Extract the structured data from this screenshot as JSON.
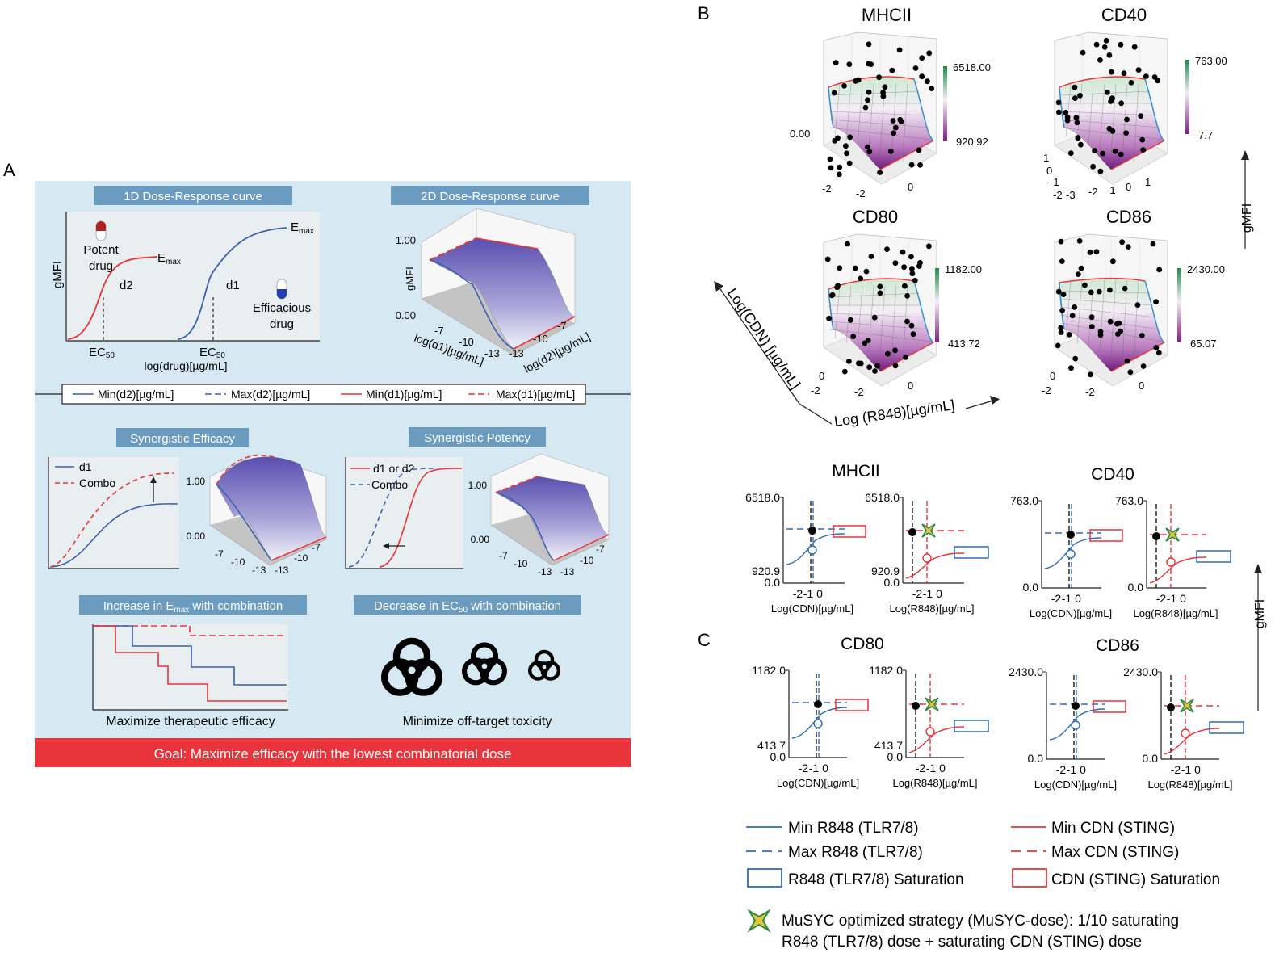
{
  "panel_labels": {
    "a": "A",
    "b": "B",
    "c": "C"
  },
  "panel_a": {
    "box1d_title": "1D Dose-Response curve",
    "box2d_title": "2D Dose-Response curve",
    "ylabel": "gMFI",
    "potent_label": [
      "Potent",
      "drug"
    ],
    "efficacious_label": [
      "Efficacious",
      "drug"
    ],
    "emax": "E",
    "emax_sub": "max",
    "d1": "d1",
    "d2": "d2",
    "ec": "EC",
    "ec_sub": "50",
    "xlabel_1d": "log(drug)[µg/mL]",
    "surf_ylabel": "gMFI",
    "surf_yticks": [
      "1.00",
      "0.00"
    ],
    "surf_xticks": [
      "-7",
      "-10",
      "-13"
    ],
    "surf_xlabel_left": "log(d1)[µg/mL]",
    "surf_xlabel_right": "log(d2)[µg/mL]",
    "legend": [
      "Min(d2)[µg/mL]",
      "Max(d2)[µg/mL]",
      "Min(d1)[µg/mL]",
      "Max(d1)[µg/mL]"
    ],
    "syn_eff_title": "Synergistic Efficacy",
    "syn_pot_title": "Synergistic Potency",
    "syn_eff_legend": [
      "d1",
      "Combo"
    ],
    "syn_pot_legend": [
      "d1 or d2",
      "Combo"
    ],
    "small_yticks": [
      "1.00",
      "0.00"
    ],
    "small_xticks": [
      "-7",
      "-10",
      "-13",
      "-13",
      "-10",
      "-7"
    ],
    "emax_box_title": "Increase in E",
    "emax_box_sub": "max",
    "emax_box_rest": " with combination",
    "ec_box_title": "Decrease in EC",
    "ec_box_sub": "50",
    "ec_box_rest": "  with combination",
    "max_eff": "Maximize therapeutic efficacy",
    "min_tox": "Minimize off-target toxicity",
    "goal": "Goal: Maximize efficacy with the lowest combinatorial dose",
    "biohazard_icon": "biohazard-icon"
  },
  "panel_b": {
    "titles": [
      "MHCII",
      "CD40",
      "CD80",
      "CD86"
    ],
    "cbar_max": [
      "6518.00",
      "763.00",
      "1182.00",
      "2430.00"
    ],
    "cbar_min": [
      "920.92",
      "7.7",
      "413.72",
      "65.07"
    ],
    "mhcii_ticks": [
      "0.00",
      "-2",
      "-2",
      "0"
    ],
    "cd40_ticks": [
      "1",
      "0",
      "-1",
      "-2",
      "-3",
      "-2",
      "-1",
      "0",
      "1"
    ],
    "cd80_ticks": [
      "0",
      "-2",
      "-2",
      "0"
    ],
    "cd86_ticks": [
      "0",
      "-2",
      "-2",
      "0"
    ],
    "axis_cdn": "Log(CDN) [µg/mL]",
    "axis_r848": "Log (R848)[µg/mL]",
    "gmfi": "gMFI"
  },
  "panel_c": {
    "titles": [
      "MHCII",
      "CD40",
      "CD80",
      "CD86"
    ],
    "plots": [
      {
        "ymax": "6518.0",
        "ymid": "920.9",
        "ymin": "0.0",
        "xlabel": "Log(CDN)[µg/mL]"
      },
      {
        "ymax": "6518.0",
        "ymid": "920.9",
        "ymin": "0.0",
        "xlabel": "Log(R848)[µg/mL]"
      },
      {
        "ymax": "763.0",
        "ymid": "",
        "ymin": "0.0",
        "xlabel": "Log(CDN)[µg/mL]"
      },
      {
        "ymax": "763.0",
        "ymid": "",
        "ymin": "0.0",
        "xlabel": "Log(R848)[µg/mL]"
      },
      {
        "ymax": "1182.0",
        "ymid": "413.7",
        "ymin": "0.0",
        "xlabel": "Log(CDN)[µg/mL]"
      },
      {
        "ymax": "1182.0",
        "ymid": "413.7",
        "ymin": "0.0",
        "xlabel": "Log(R848)[µg/mL]"
      },
      {
        "ymax": "2430.0",
        "ymid": "",
        "ymin": "0.0",
        "xlabel": "Log(CDN)[µg/mL]"
      },
      {
        "ymax": "2430.0",
        "ymid": "",
        "ymin": "0.0",
        "xlabel": "Log(R848)[µg/mL]"
      }
    ],
    "xticks": [
      "-2",
      "-1",
      "0"
    ],
    "gmfi": "gMFI"
  },
  "legend_bottom": {
    "min_r848": "Min R848 (TLR7/8)",
    "max_r848": "Max R848 (TLR7/8)",
    "r848_sat": "R848 (TLR7/8) Saturation",
    "min_cdn": "Min CDN (STING)",
    "max_cdn": "Max CDN (STING)",
    "cdn_sat": "CDN (STING) Saturation",
    "musyc_line1": "MuSYC optimized strategy (MuSYC-dose): 1/10 saturating",
    "musyc_line2": "R848 (TLR7/8) dose + saturating CDN (STING) dose"
  },
  "colors": {
    "panel_bg": "#d6e9f2",
    "title_box": "#6b9bbf",
    "red": "#e8343a",
    "blue": "#3a5fb0",
    "goal": "#e8343a"
  }
}
